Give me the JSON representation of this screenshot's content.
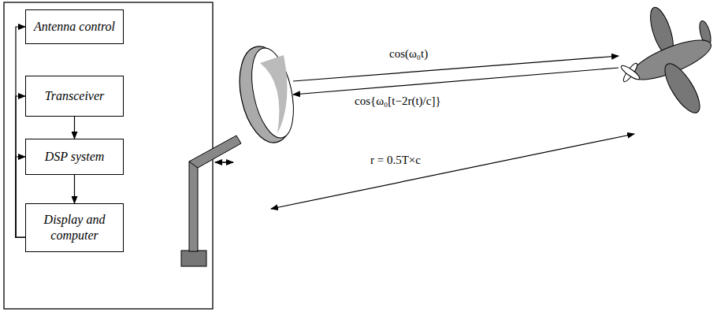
{
  "diagram": {
    "nodes": [
      {
        "text": [
          "Antenna control"
        ]
      },
      {
        "text": [
          "Transceiver"
        ]
      },
      {
        "text": [
          "DSP system"
        ]
      },
      {
        "text": [
          "Display and computer"
        ]
      }
    ],
    "edges": [
      {
        "from": 1,
        "to": 2,
        "arrow": "to"
      },
      {
        "from": 2,
        "to": 3,
        "arrow": "to"
      },
      {
        "from": 3,
        "to": 0,
        "arrow": "to"
      },
      {
        "from": 3,
        "to": 1,
        "arrow": "to"
      },
      {
        "from": 3,
        "to": 2,
        "arrow": "to"
      }
    ],
    "labels": [
      "cos(ω₀t)",
      "cos{ω₀[t−2r(t)/c]}",
      "r = 0.5T×c"
    ]
  }
}
